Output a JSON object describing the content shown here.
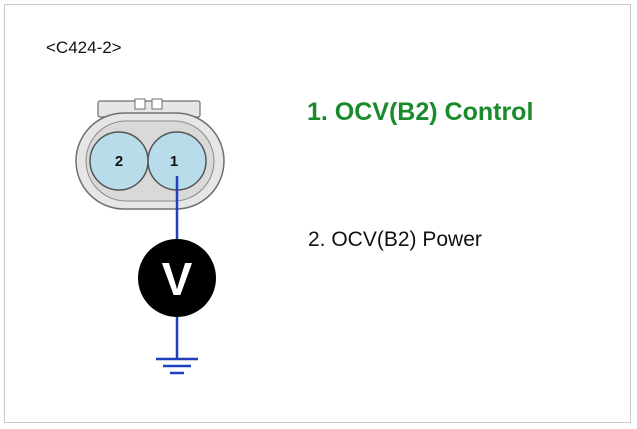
{
  "connector": {
    "id": "<C424-2>",
    "pins": [
      {
        "number": "1",
        "label": "1. OCV(B2) Control",
        "color": "#1a8a2a",
        "bold": true
      },
      {
        "number": "2",
        "label": "2. OCV(B2) Power",
        "color": "#111111",
        "bold": false
      }
    ]
  },
  "meter": {
    "symbol": "V"
  },
  "colors": {
    "wire": "#1f3fbf",
    "pin_fill": "#b9dcea",
    "connector_fill": "#e6e6e6",
    "connector_stroke": "#707070",
    "meter_fill": "#000000"
  }
}
